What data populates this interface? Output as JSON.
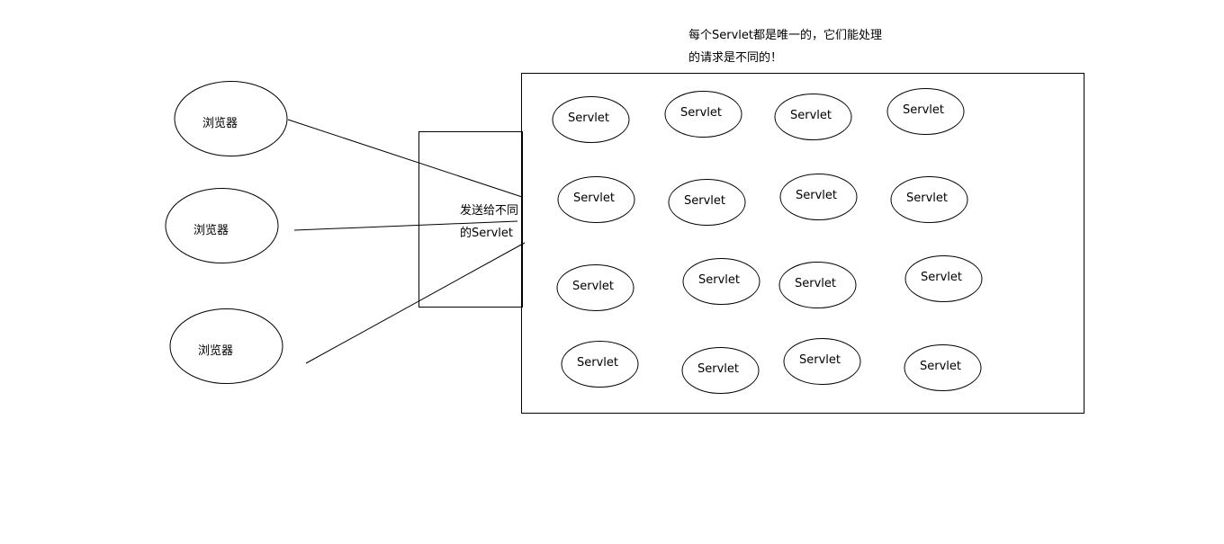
{
  "note": {
    "line1": "每个Servlet都是唯一的，它们能处理",
    "line2": "的请求是不同的！"
  },
  "browsers": [
    {
      "label": "浏览器"
    },
    {
      "label": "浏览器"
    },
    {
      "label": "浏览器"
    }
  ],
  "dispatcher": {
    "line1": "发送给不同",
    "line2": "的Servlet"
  },
  "servlets": [
    {
      "label": "Servlet"
    },
    {
      "label": "Servlet"
    },
    {
      "label": "Servlet"
    },
    {
      "label": "Servlet"
    },
    {
      "label": "Servlet"
    },
    {
      "label": "Servlet"
    },
    {
      "label": "Servlet"
    },
    {
      "label": "Servlet"
    },
    {
      "label": "Servlet"
    },
    {
      "label": "Servlet"
    },
    {
      "label": "Servlet"
    },
    {
      "label": "Servlet"
    },
    {
      "label": "Servlet"
    },
    {
      "label": "Servlet"
    },
    {
      "label": "Servlet"
    },
    {
      "label": "Servlet"
    }
  ]
}
